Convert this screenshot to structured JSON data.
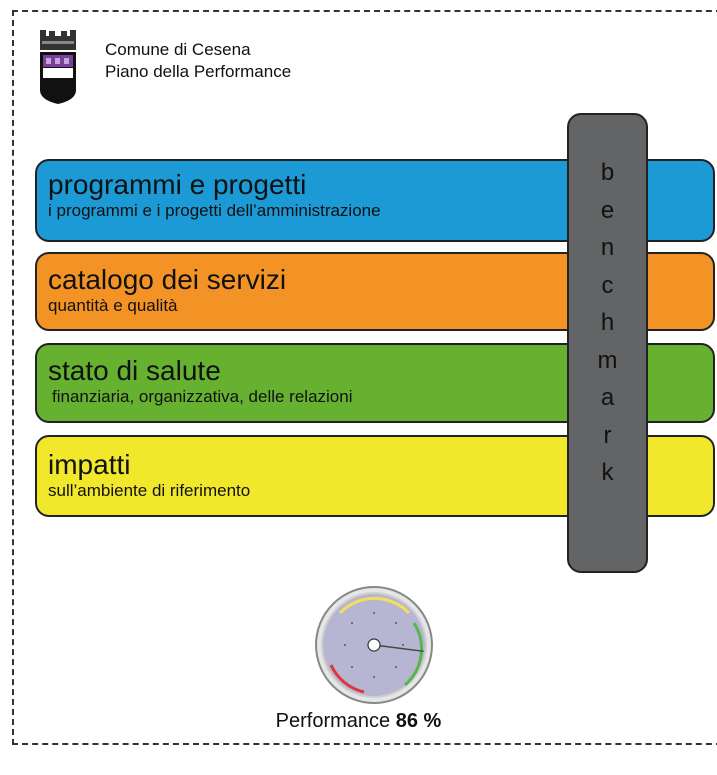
{
  "header": {
    "line1": "Comune di Cesena",
    "line2": "Piano della Performance"
  },
  "bands": [
    {
      "title": "programmi e progetti",
      "subtitle": "i programmi e i progetti dell’amministrazione",
      "color": "#1b9ad6"
    },
    {
      "title": "catalogo dei servizi",
      "subtitle": "quantità e qualità",
      "color": "#f39325"
    },
    {
      "title": "stato di salute",
      "subtitle": "finanziaria, organizzativa, delle relazioni",
      "color": "#66b230"
    },
    {
      "title": "impatti",
      "subtitle": "sull’ambiente di riferimento",
      "color": "#f2e82b"
    }
  ],
  "benchmark": {
    "letters": [
      "b",
      "e",
      "n",
      "c",
      "h",
      "m",
      "a",
      "r",
      "k"
    ],
    "color": "#636466"
  },
  "performance": {
    "label": "Performance",
    "value": "86 %",
    "percent": 86
  }
}
